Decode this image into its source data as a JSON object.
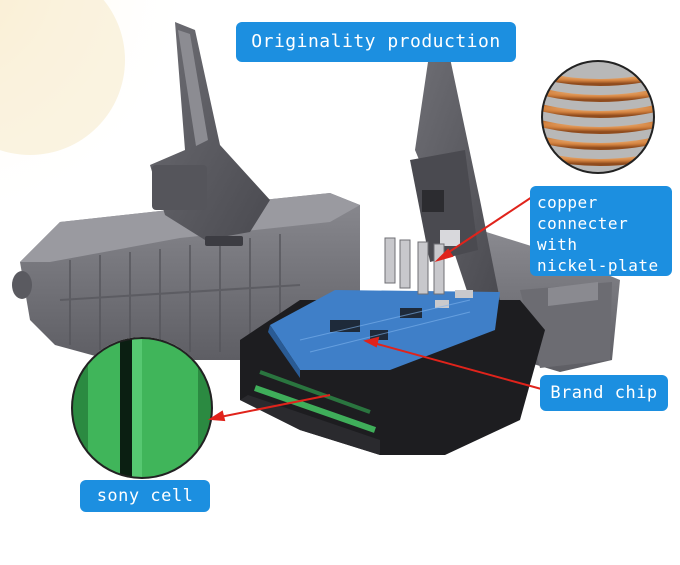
{
  "labels": {
    "title": "Originality production",
    "copper_line1": "copper",
    "copper_line2": "connecter",
    "copper_line3": "with",
    "copper_line4": "nickel-plate",
    "brand_chip": "Brand chip",
    "sony_cell": "sony cell"
  },
  "colors": {
    "label_bg": "#1c8fe0",
    "arrow": "#e0231b",
    "battery_gray": "#76767c",
    "pcb_blue": "#3f7fc8",
    "cell_green": "#3fae5a",
    "copper": "#d58a4a"
  }
}
